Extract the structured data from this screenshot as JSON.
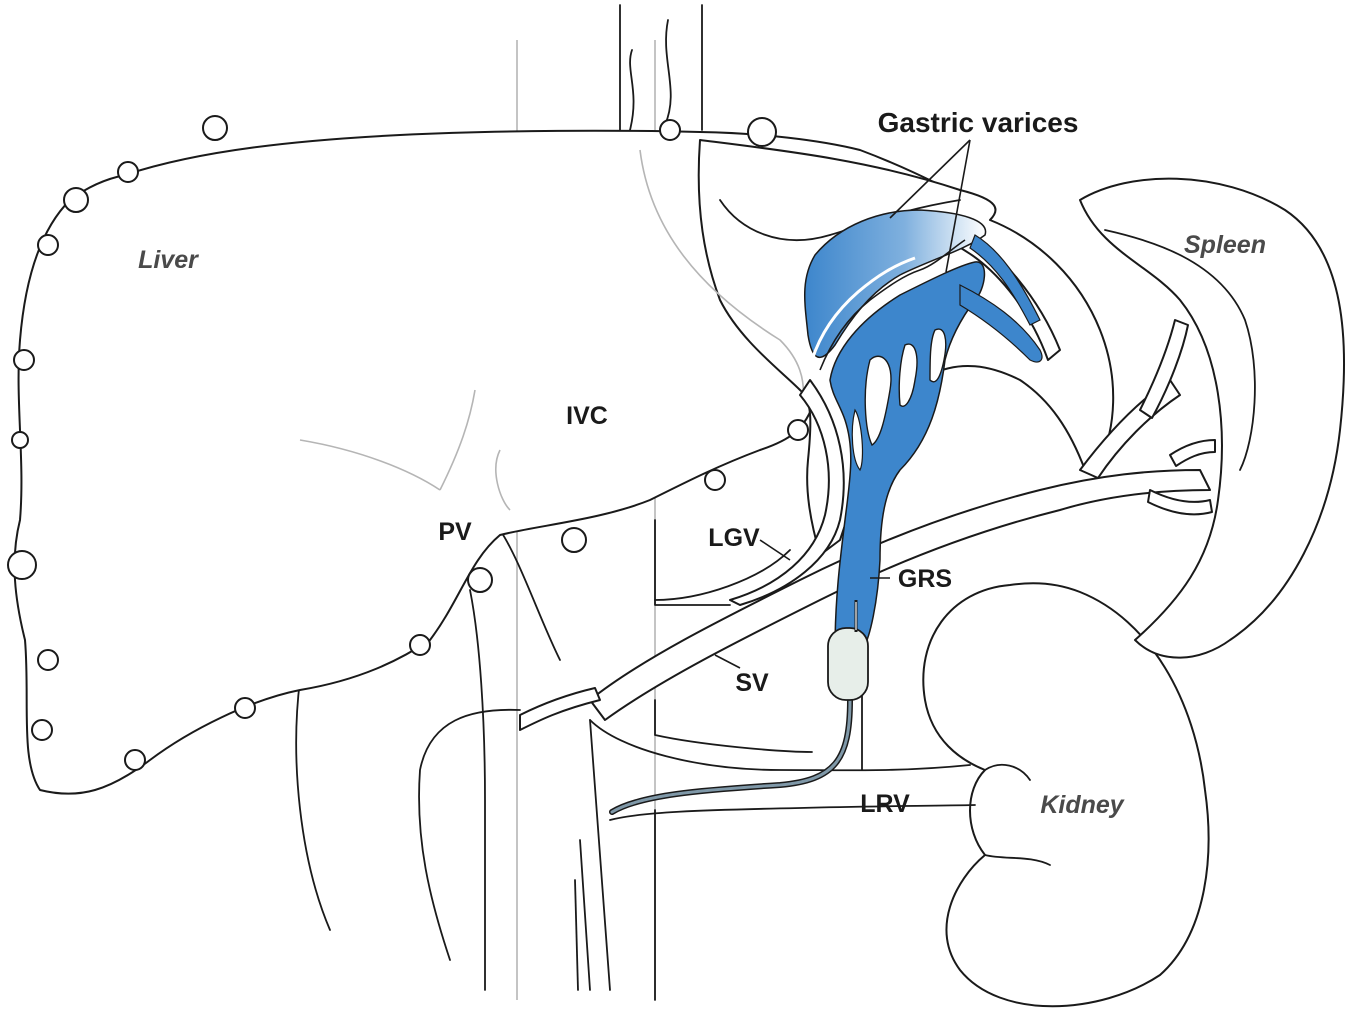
{
  "labels": {
    "gastric_varices": "Gastric varices",
    "liver": "Liver",
    "spleen": "Spleen",
    "ivc": "IVC",
    "pv": "PV",
    "lgv": "LGV",
    "grs": "GRS",
    "sv": "SV",
    "lrv": "LRV",
    "kidney": "Kidney"
  },
  "colors": {
    "varix_blue": "#3d86cc",
    "outline": "#1a1a1a",
    "faint_outline": "#b5b5b5",
    "catheter": "#7f98a8",
    "balloon": "#e7eee9"
  }
}
